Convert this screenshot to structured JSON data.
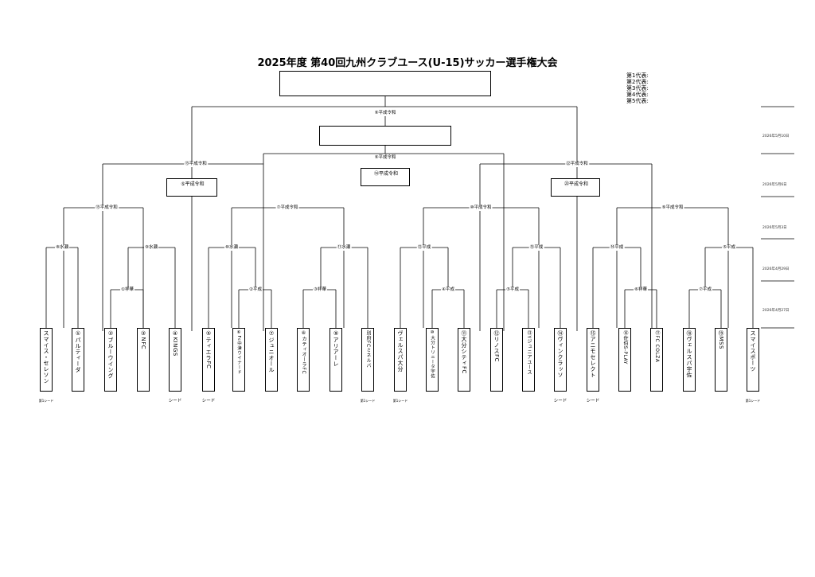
{
  "title": "2025年度 第40回九州クラブユース(U-15)サッカー選手権大会",
  "representatives": [
    "第1代表:",
    "第2代表:",
    "第3代表:",
    "第4代表:",
    "第5代表:"
  ],
  "dates": [
    "2026年5月10日",
    "2026年5月6日",
    "2026年5月3日",
    "2026年4月29日",
    "2026年4月27日"
  ],
  "matches": {
    "final": "⑨平成令和",
    "semi": "⑨平成令和",
    "left_semi": "⑬平成令和",
    "right_semi": "㉒平成令和",
    "left_semi_box": "⑤平成令和",
    "center_box": "⑭平成令和",
    "right_semi_box": "㉒平成令和",
    "q1": "⑮平成令和",
    "q2": "⑦平成令和",
    "q3": "⑩平成令和",
    "q4": "⑨平成令和",
    "r1": "⑧水瀬",
    "r2": "⑨水瀬",
    "r3": "⑩水瀬",
    "r4": "⑪水瀬",
    "r5": "⑫平成",
    "r6": "⑬平成",
    "r7": "⑭平成",
    "r8": "⑤平成",
    "p1": "①祥華",
    "p2": "②平成",
    "p3": "③祥華",
    "p4": "④平成",
    "p5": "⑤平成",
    "p6": "⑥祥華",
    "p7": "⑦平成"
  },
  "teams": [
    "スマイス・セレソン",
    "①パルティーダ",
    "②ブルーウイング",
    "③NFC",
    "④KINGS",
    "⑤ティエラFC",
    "⑥Fc中津ウイナード",
    "⑦ジュニオール",
    "⑧カティオーラFC",
    "⑨アリアーレ",
    "別府FCミネルバ",
    "ヴェルスパ大分",
    "⑩大分トリニータ宇佐",
    "⑪大分シティFC",
    "⑫リノスFC",
    "⑬Yジュニアユース",
    "⑭ヴィンクラッソ",
    "⑮アニモセレクト",
    "⑯佐伯S-PLAY",
    "⑰FC COLZA",
    "⑱ヴェルスパ宇佐",
    "⑲MSS",
    "スマイスポーツ"
  ],
  "notes": {
    "seed": "シード",
    "first_round": "第1シード"
  }
}
